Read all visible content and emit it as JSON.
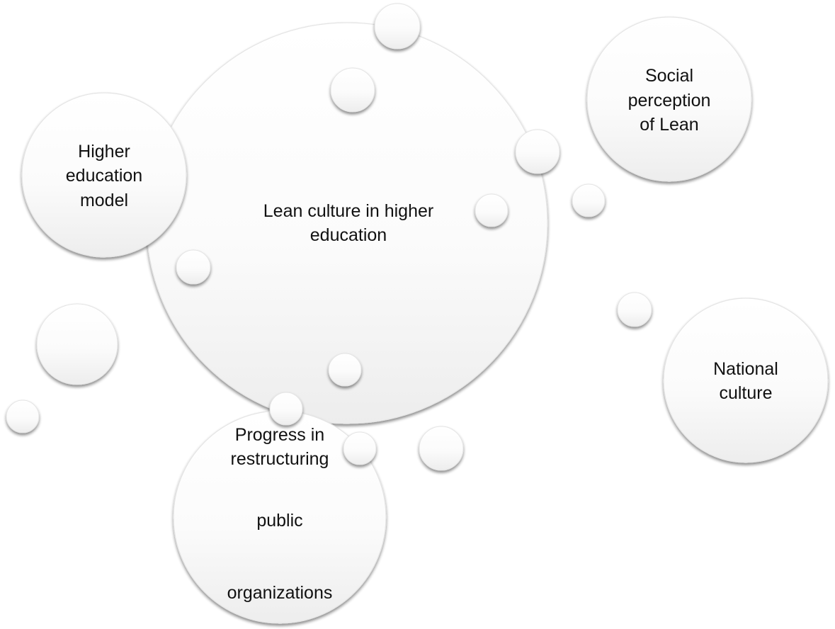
{
  "diagram": {
    "nodes": [
      {
        "id": "central",
        "lines": [
          "Lean culture in higher",
          "education"
        ]
      },
      {
        "id": "higher_education_model",
        "lines": [
          "Higher",
          "education",
          "model"
        ]
      },
      {
        "id": "social_perception",
        "lines": [
          "Social",
          "perception",
          "of Lean"
        ]
      },
      {
        "id": "national_culture",
        "lines": [
          "National",
          "culture"
        ]
      },
      {
        "id": "restructuring",
        "lines": [
          "Progress in",
          "restructuring",
          "public",
          "organizations"
        ]
      }
    ]
  },
  "colors": {
    "bubble_fill_top": "#ffffff",
    "bubble_fill_bottom": "#f0f0f0",
    "bubble_stroke": "#e2e2e2",
    "text": "#111111"
  }
}
